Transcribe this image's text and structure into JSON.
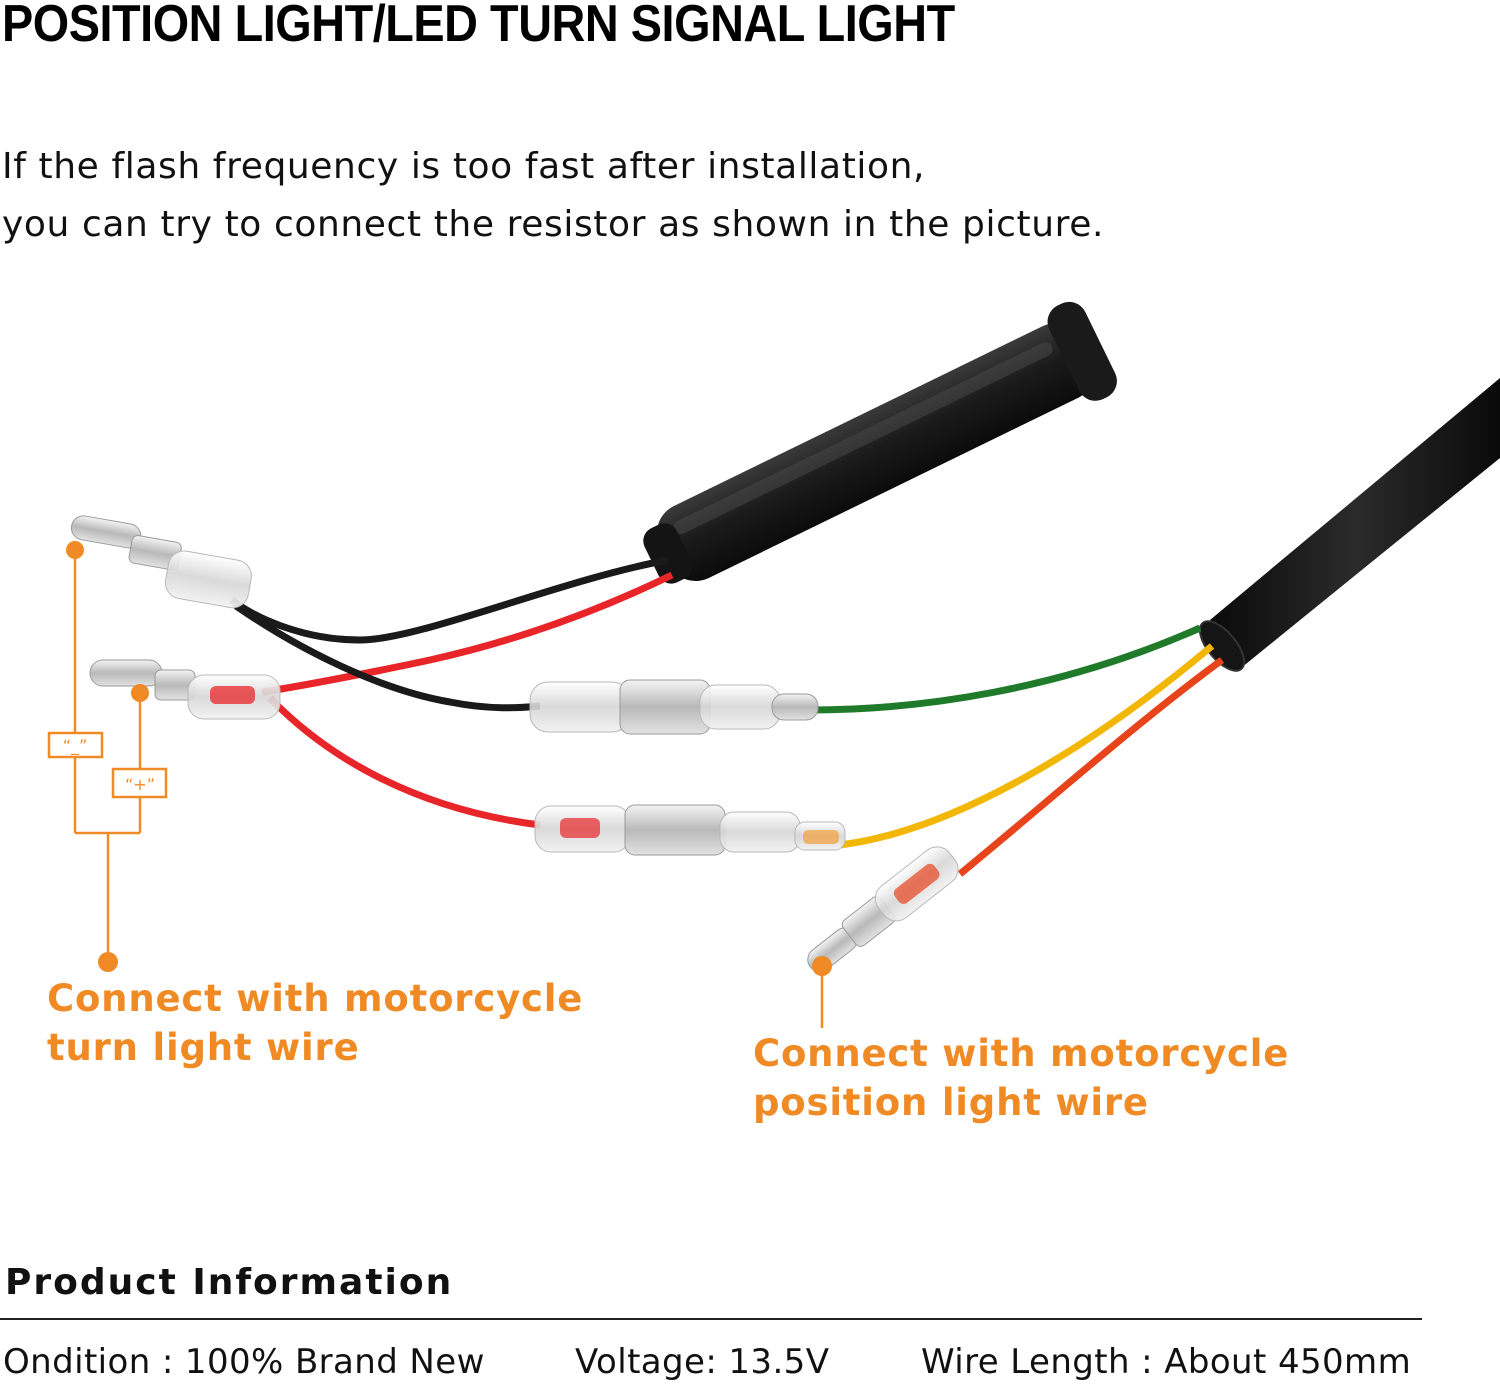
{
  "title": "POSITION LIGHT/LED TURN SIGNAL LIGHT",
  "intro": {
    "line1": "If the flash frequency is too fast after installation,",
    "line2": "you can try to connect the resistor as shown in the picture."
  },
  "diagram": {
    "minus_label": "“_”",
    "plus_label": "“+”",
    "accent_color": "#f08a24",
    "wire_colors": {
      "black": "#1a1a1a",
      "red": "#e8262a",
      "green": "#1f7a2a",
      "yellow": "#f2b705",
      "orange_red": "#e8441c"
    }
  },
  "callouts": {
    "turn_line1": "Connect with motorcycle",
    "turn_line2": "turn light wire",
    "position_line1": "Connect with motorcycle",
    "position_line2": "position light wire"
  },
  "product_info": {
    "heading": "Product Information",
    "condition": "Ondition : 100% Brand New",
    "voltage": "Voltage:  13.5V",
    "wire_length": "Wire Length : About 450mm"
  }
}
